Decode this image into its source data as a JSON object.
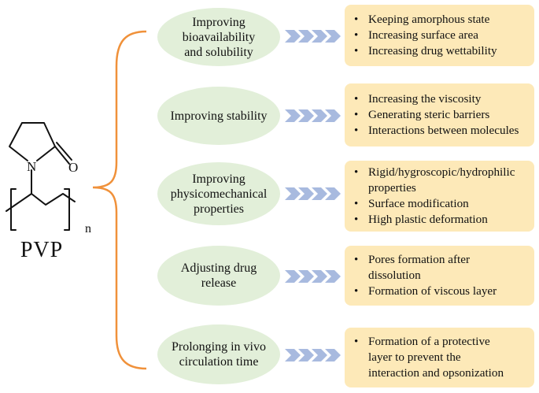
{
  "molecule": {
    "name": "PVP",
    "atoms": {
      "nitrogen": "N",
      "oxygen": "O"
    },
    "repeat_subscript": "n"
  },
  "colors": {
    "brace": "#f0913a",
    "ellipse_fill": "#e2efd9",
    "box_fill": "#fde9b8",
    "arrow": "#a8badf"
  },
  "rows": [
    {
      "function": "Improving\nbioavailability\nand solubility",
      "details": [
        "Keeping amorphous state",
        "Increasing surface area",
        "Increasing drug wettability"
      ]
    },
    {
      "function": "Improving stability",
      "details": [
        "Increasing the viscosity",
        "Generating steric barriers",
        "Interactions between molecules"
      ]
    },
    {
      "function": "Improving\nphysicomechanical\nproperties",
      "details": [
        "Rigid/hygroscopic/hydrophilic\nproperties",
        "Surface modification",
        "High plastic deformation"
      ]
    },
    {
      "function": "Adjusting drug\nrelease",
      "details": [
        "Pores formation after\ndissolution",
        "Formation of viscous layer"
      ]
    },
    {
      "function": "Prolonging in vivo\ncirculation time",
      "details": [
        "Formation of a protective\nlayer  to prevent the\ninteraction and opsonization"
      ]
    }
  ]
}
